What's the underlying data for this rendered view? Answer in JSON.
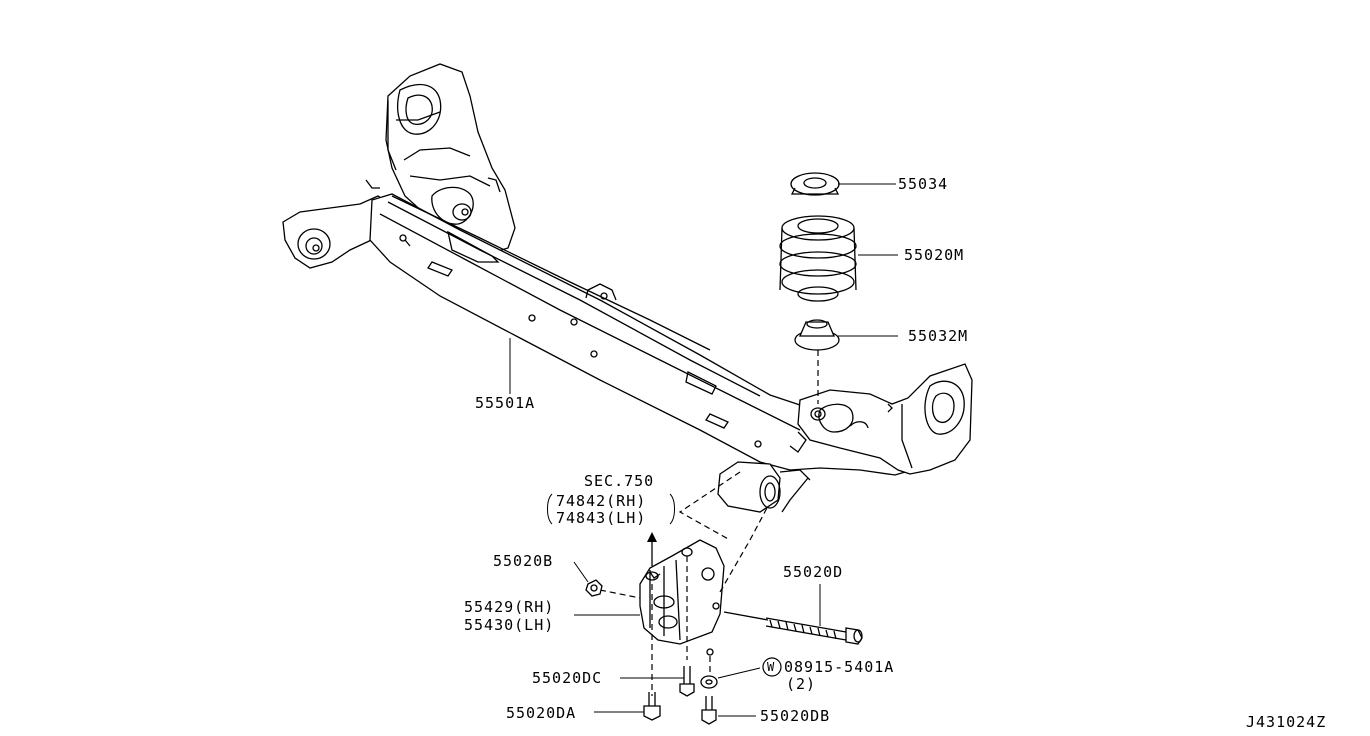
{
  "parts": {
    "p55034": "55034",
    "p55020M": "55020M",
    "p55032M": "55032M",
    "p55501A": "55501A",
    "sec_ref": "SEC.750",
    "sec_rh": "74842(RH)",
    "sec_lh": "74843(LH)",
    "p55020B": "55020B",
    "p55020D": "55020D",
    "p55429": "55429(RH)",
    "p55430": "55430(LH)",
    "p55020DC": "55020DC",
    "washer_symbol": "W",
    "washer_part": "08915-5401A",
    "washer_qty": "(2)",
    "p55020DA": "55020DA",
    "p55020DB": "55020DB"
  },
  "diagram_id": "J431024Z"
}
